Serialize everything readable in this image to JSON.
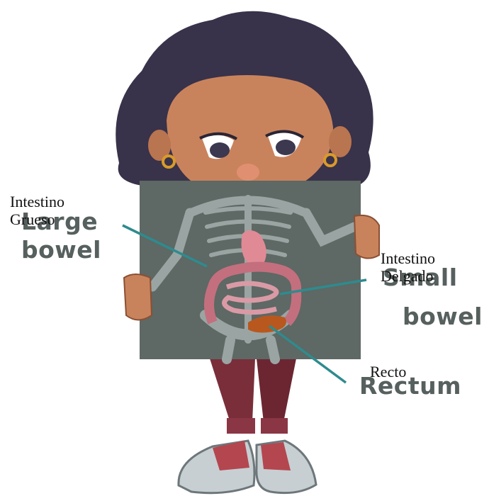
{
  "labels_english": {
    "large_bowel": [
      "Large",
      "bowel"
    ],
    "small_bowel": [
      "Small",
      "bowel"
    ],
    "rectum": "Rectum"
  },
  "labels_spanish": {
    "large_bowel": [
      "Intestino",
      "Grueso"
    ],
    "small_bowel": [
      "Intestino",
      "Delgado"
    ],
    "rectum": "Recto"
  },
  "colors": {
    "leader_line": "#2e8b8e",
    "xray_panel": "#5e6864",
    "english_label": "#56605e",
    "hair": "#38324a",
    "skin": "#c9835c",
    "large_intestine": "#c46f7e",
    "rectum": "#b8581e",
    "pants": "#7a2e3a"
  }
}
